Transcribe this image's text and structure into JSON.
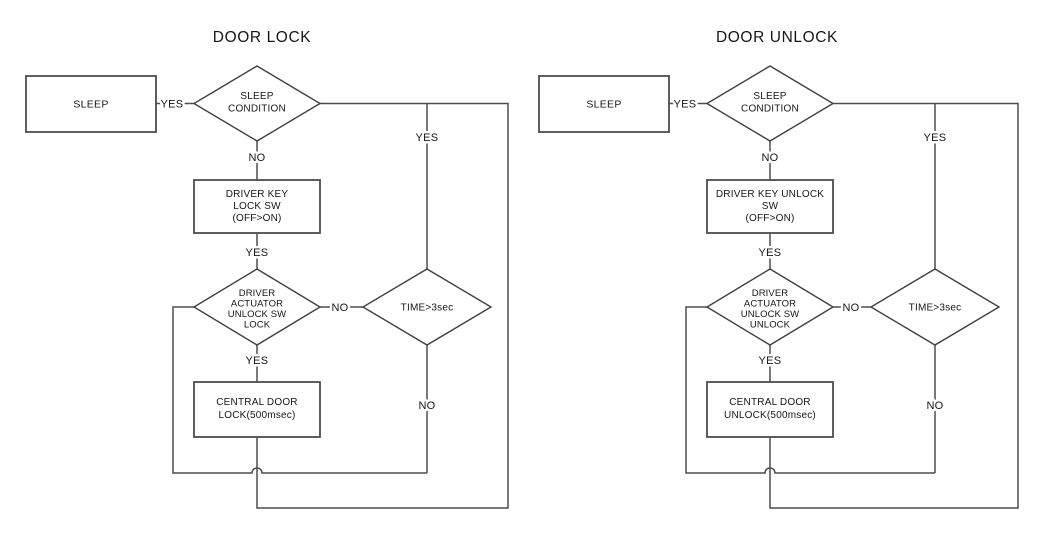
{
  "page": {
    "background": "#ffffff",
    "line_color": "#4d4d4d",
    "text_color": "#161616"
  },
  "charts": [
    {
      "title": "DOOR LOCK",
      "sleep_box": {
        "label": "SLEEP"
      },
      "sleep_condition": {
        "line1": "SLEEP",
        "line2": "CONDITION"
      },
      "key_switch_box": {
        "line1": "DRIVER KEY",
        "line2": "LOCK SW",
        "line3": "(OFF>ON)"
      },
      "actuator_diamond": {
        "line1": "DRIVER",
        "line2": "ACTUATOR",
        "line3": "UNLOCK SW",
        "line4": "LOCK"
      },
      "timer_diamond": {
        "label": "TIME>3sec"
      },
      "action_box": {
        "line1": "CENTRAL DOOR",
        "line2": "LOCK(500msec)"
      },
      "labels": {
        "sleep_yes": "YES",
        "condition_no": "NO",
        "key_yes": "YES",
        "actuator_no": "NO",
        "actuator_yes": "YES",
        "timer_no": "NO",
        "timer_yes": "YES"
      }
    },
    {
      "title": "DOOR UNLOCK",
      "sleep_box": {
        "label": "SLEEP"
      },
      "sleep_condition": {
        "line1": "SLEEP",
        "line2": "CONDITION"
      },
      "key_switch_box": {
        "line1": "DRIVER KEY UNLOCK",
        "line2": "SW",
        "line3": "(OFF>ON)"
      },
      "actuator_diamond": {
        "line1": "DRIVER",
        "line2": "ACTUATOR",
        "line3": "UNLOCK SW",
        "line4": "UNLOCK"
      },
      "timer_diamond": {
        "label": "TIME>3sec"
      },
      "action_box": {
        "line1": "CENTRAL DOOR",
        "line2": "UNLOCK(500msec)"
      },
      "labels": {
        "sleep_yes": "YES",
        "condition_no": "NO",
        "key_yes": "YES",
        "actuator_no": "NO",
        "actuator_yes": "YES",
        "timer_no": "NO",
        "timer_yes": "YES"
      }
    }
  ]
}
